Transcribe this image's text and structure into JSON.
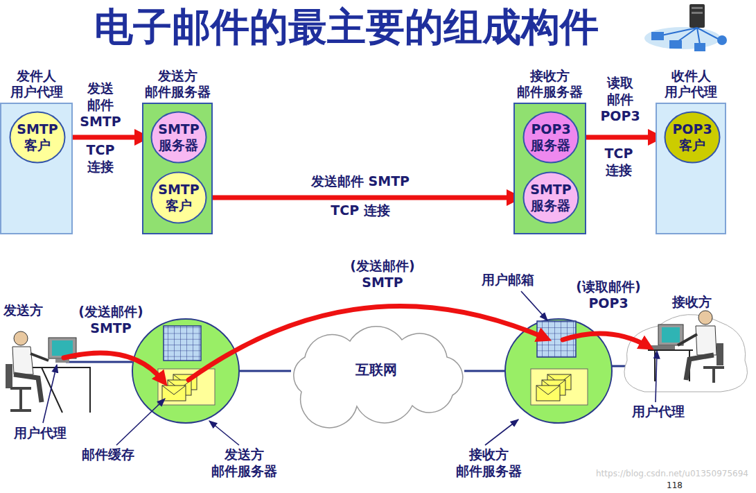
{
  "diagram": {
    "title": "电子邮件的最主要的组成构件",
    "nodes": [
      {
        "text": [
          "发件人 用户代理"
        ]
      },
      {
        "text": [
          "SMTP 客户"
        ],
        "in": 0
      },
      {
        "text": [
          "发送方 邮件服务器"
        ]
      },
      {
        "text": [
          "SMTP 服务器"
        ],
        "in": 2
      },
      {
        "text": [
          "SMTP 客户"
        ],
        "in": 2
      },
      {
        "text": [
          "接收方 邮件服务器"
        ]
      },
      {
        "text": [
          "POP3 服务器"
        ],
        "in": 5
      },
      {
        "text": [
          "SMTP 服务器"
        ],
        "in": 5
      },
      {
        "text": [
          "收件人 用户代理"
        ]
      },
      {
        "text": [
          "POP3 客户"
        ],
        "in": 8
      },
      {
        "text": [
          "互联网"
        ]
      }
    ],
    "edges": [
      {
        "from": 1,
        "to": 3,
        "arrow": "to",
        "label": "发送 邮件 SMTP"
      },
      {
        "from": 4,
        "to": 7,
        "arrow": "to",
        "label": "发送邮件 SMTP"
      },
      {
        "from": 6,
        "to": 9,
        "arrow": "to",
        "label": "读取 邮件 POP3"
      }
    ],
    "labels": [
      "TCP 连接",
      "TCP 连接",
      "TCP 连接",
      "发送方",
      "(发送邮件) SMTP",
      "用户代理",
      "邮件缓存",
      "发送方 邮件服务器",
      "(发送邮件) SMTP",
      "用户邮箱",
      "(读取邮件) POP3",
      "接收方",
      "用户代理",
      "接收方 邮件服务器",
      "118",
      "https://blog.csdn.net/u01350975694"
    ]
  }
}
